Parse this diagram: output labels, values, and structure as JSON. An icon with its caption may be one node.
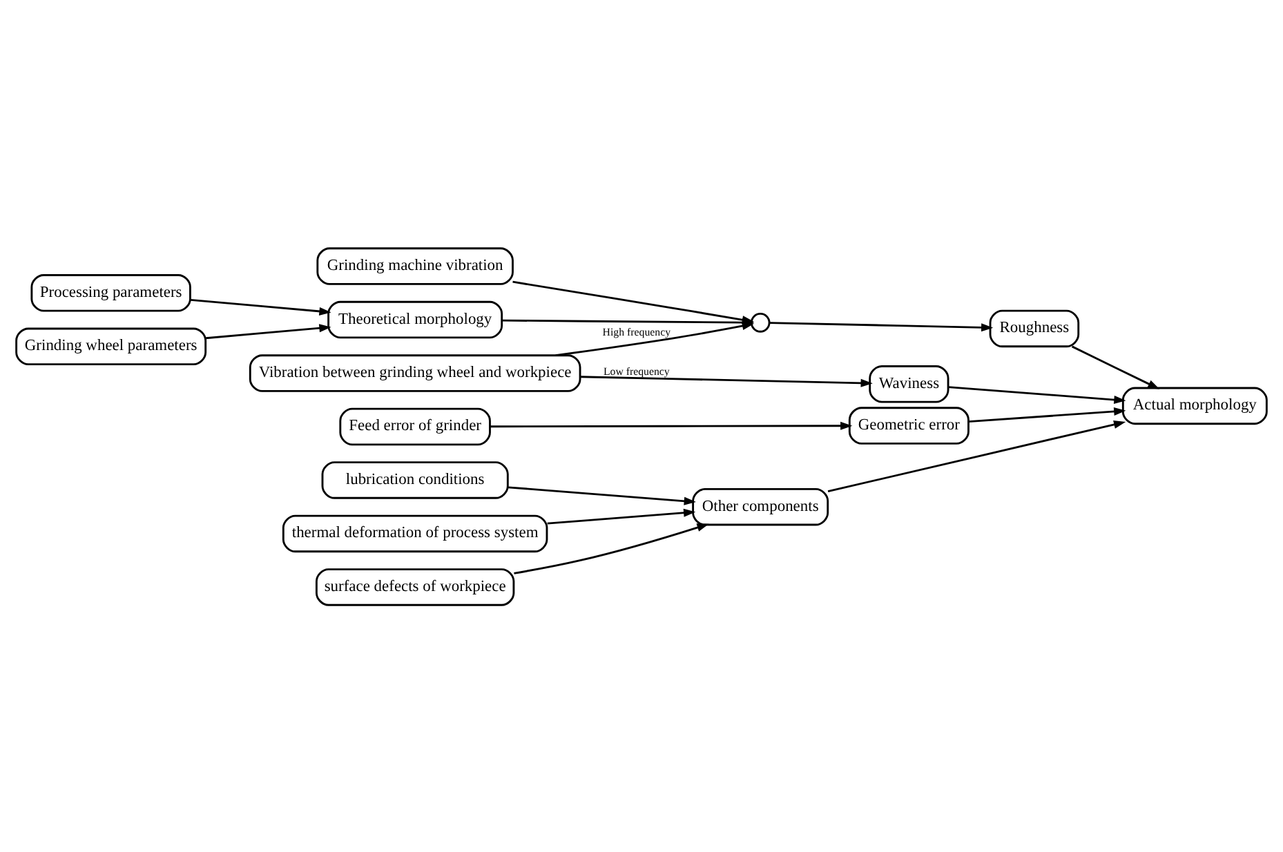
{
  "diagram": {
    "nodes": [
      {
        "text": [
          "Processing parameters"
        ]
      },
      {
        "text": [
          "Theoretical morphology"
        ]
      },
      {
        "text": [
          "Grinding wheel parameters"
        ]
      },
      {
        "text": [
          "Grinding machine vibration"
        ]
      },
      {
        "text": [],
        "shape": "circle"
      },
      {
        "text": [
          "Vibration between grinding wheel and workpiece"
        ]
      },
      {
        "text": [
          "Roughness"
        ]
      },
      {
        "text": [
          "Waviness"
        ]
      },
      {
        "text": [
          "Actual morphology"
        ]
      },
      {
        "text": [
          "Feed error of grinder"
        ]
      },
      {
        "text": [
          "Geometric error"
        ]
      },
      {
        "text": [
          "thermal deformation of process system"
        ]
      },
      {
        "text": [
          "surface defects of workpiece"
        ]
      },
      {
        "text": [
          "lubrication conditions"
        ]
      },
      {
        "text": [
          "Other components"
        ]
      }
    ],
    "edges": [
      {
        "from": 0,
        "to": 1,
        "arrow": "to"
      },
      {
        "from": 2,
        "to": 1,
        "arrow": "to"
      },
      {
        "from": 1,
        "to": 4,
        "arrow": "to"
      },
      {
        "from": 3,
        "to": 4,
        "arrow": "to"
      },
      {
        "from": 5,
        "to": 4,
        "arrow": "to",
        "label": "High frequency"
      },
      {
        "from": 4,
        "to": 6,
        "arrow": "to"
      },
      {
        "from": 5,
        "to": 7,
        "arrow": "to",
        "label": "Low frequency"
      },
      {
        "from": 6,
        "to": 8,
        "arrow": "to"
      },
      {
        "from": 7,
        "to": 8,
        "arrow": "to"
      },
      {
        "from": 10,
        "to": 8,
        "arrow": "to"
      },
      {
        "from": 14,
        "to": 8,
        "arrow": "to"
      },
      {
        "from": 9,
        "to": 10,
        "arrow": "to"
      },
      {
        "from": 11,
        "to": 14,
        "arrow": "to"
      },
      {
        "from": 12,
        "to": 14,
        "arrow": "to"
      },
      {
        "from": 13,
        "to": 14,
        "arrow": "to"
      }
    ]
  }
}
